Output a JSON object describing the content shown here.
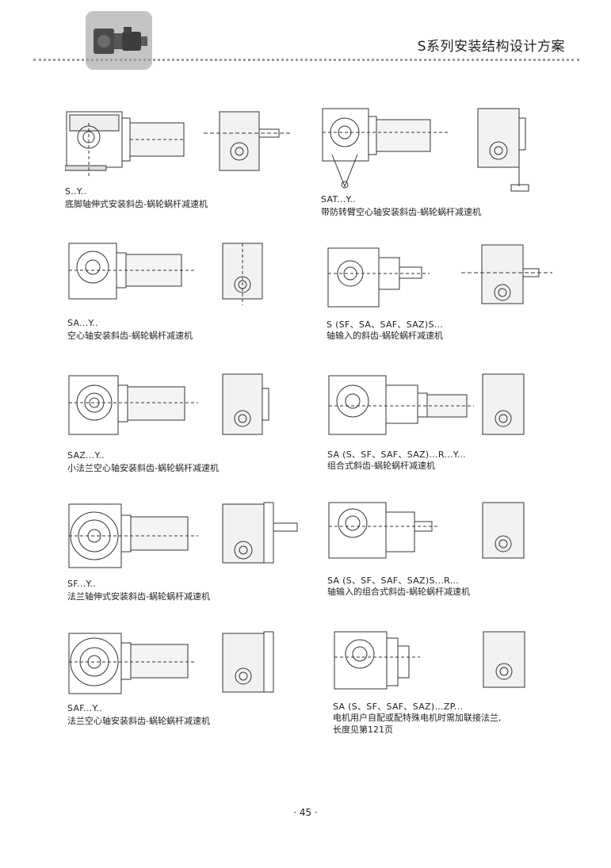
{
  "header": {
    "title": "S系列安装结构设计方案"
  },
  "entries": [
    {
      "code": "S..Y..",
      "desc": "底脚轴伸式安装斜齿-蜗轮蜗杆减速机"
    },
    {
      "code": "SAT...Y..",
      "desc": "带防转臂空心轴安装斜齿-蜗轮蜗杆减速机"
    },
    {
      "code": "SA...Y..",
      "desc": "空心轴安装斜齿-蜗轮蜗杆减速机"
    },
    {
      "code": "S (SF、SA、SAF、SAZ)S...",
      "desc": "轴输入的斜齿-蜗轮蜗杆减速机"
    },
    {
      "code": "SAZ...Y..",
      "desc": "小法兰空心轴安装斜齿-蜗轮蜗杆减速机"
    },
    {
      "code": "SA (S、SF、SAF、SAZ)...R...Y...",
      "desc": "组合式斜齿-蜗轮蜗杆减速机"
    },
    {
      "code": "SF...Y..",
      "desc": "法兰轴伸式安装斜齿-蜗轮蜗杆减速机"
    },
    {
      "code": "SA (S、SF、SAF、SAZ)S...R...",
      "desc": "轴输入的组合式斜齿-蜗轮蜗杆减速机"
    },
    {
      "code": "SAF...Y..",
      "desc": "法兰空心轴安装斜齿-蜗轮蜗杆减速机"
    },
    {
      "code": "SA (S、SF、SAF、SAZ)...ZP...",
      "desc": "电机用户自配或配特殊电机时需加联接法兰,",
      "desc2": "长度见第121页"
    }
  ],
  "footer": {
    "page_number": "· 45 ·"
  }
}
